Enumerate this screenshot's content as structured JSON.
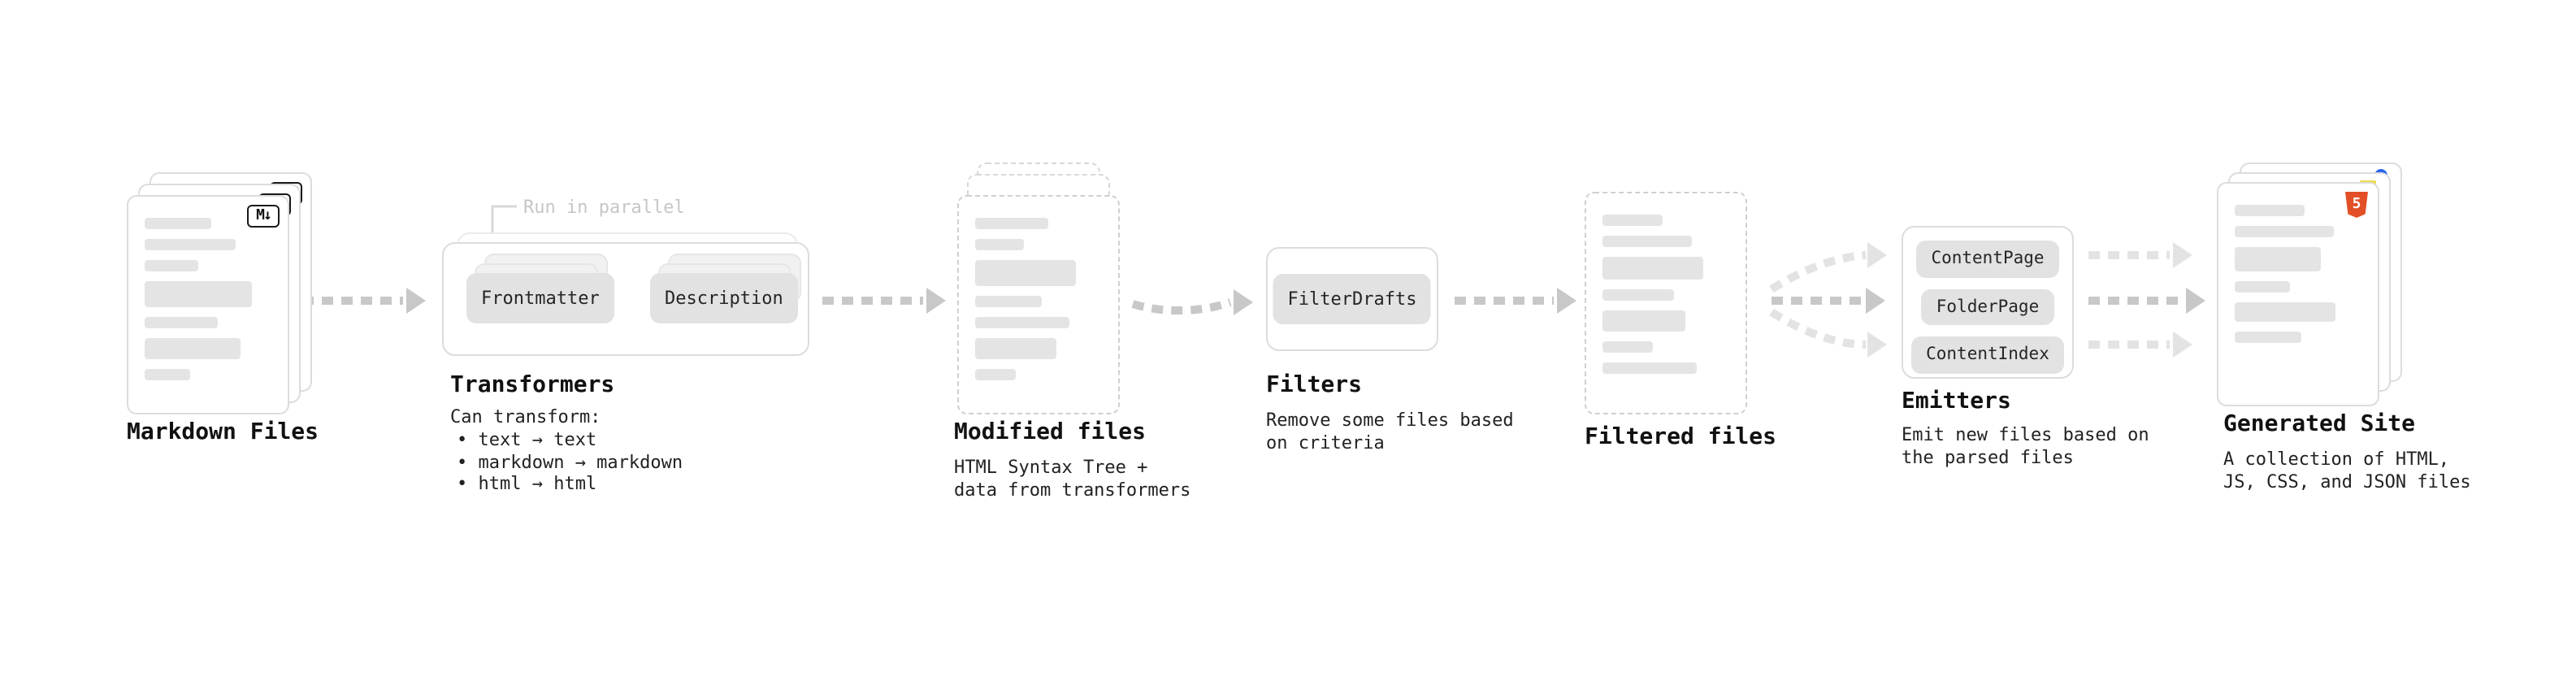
{
  "nodes": {
    "markdown_files": {
      "label": "Markdown Files"
    },
    "transformers": {
      "label": "Transformers",
      "annotation": "Run in parallel",
      "boxes": [
        "Frontmatter",
        "Description"
      ],
      "desc_title": "Can transform:",
      "bullets": [
        "• text → text",
        "• markdown → markdown",
        "• html → html"
      ]
    },
    "modified_files": {
      "label": "Modified files",
      "desc": "HTML Syntax Tree +\ndata from transformers"
    },
    "filters": {
      "label": "Filters",
      "box": "FilterDrafts",
      "desc": "Remove some files based\non criteria"
    },
    "filtered_files": {
      "label": "Filtered files"
    },
    "emitters": {
      "label": "Emitters",
      "boxes": [
        "ContentPage",
        "FolderPage",
        "ContentIndex"
      ],
      "desc": "Emit new files based on\nthe parsed files"
    },
    "generated_site": {
      "label": "Generated Site",
      "desc": "A collection of HTML,\nJS, CSS, and JSON files"
    }
  },
  "icons": {
    "markdown_badge": "M↓",
    "html5_badge": "5"
  },
  "colors": {
    "arrow": "#c8c8c8",
    "arrow_light": "#e3e3e3",
    "pill_bg": "#e2e2e2",
    "border": "#dddddd",
    "html5_orange": "#e34f26"
  }
}
